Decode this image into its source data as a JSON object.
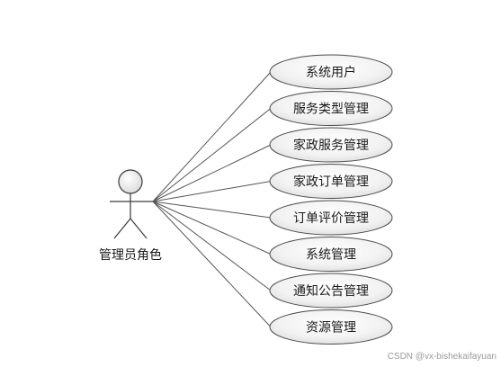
{
  "actor": {
    "name": "管理员角色"
  },
  "use_cases": [
    {
      "label": "系统用户"
    },
    {
      "label": "服务类型管理"
    },
    {
      "label": "家政服务管理"
    },
    {
      "label": "家政订单管理"
    },
    {
      "label": "订单评价管理"
    },
    {
      "label": "系统管理"
    },
    {
      "label": "通知公告管理"
    },
    {
      "label": "资源管理"
    }
  ],
  "watermark": "CSDN @vx-bishekaifayuan",
  "colors": {
    "ellipse_fill_light": "#ffffff",
    "ellipse_fill_dark": "#dcdcdc",
    "stroke": "#4a4a4a",
    "line": "#555555"
  }
}
